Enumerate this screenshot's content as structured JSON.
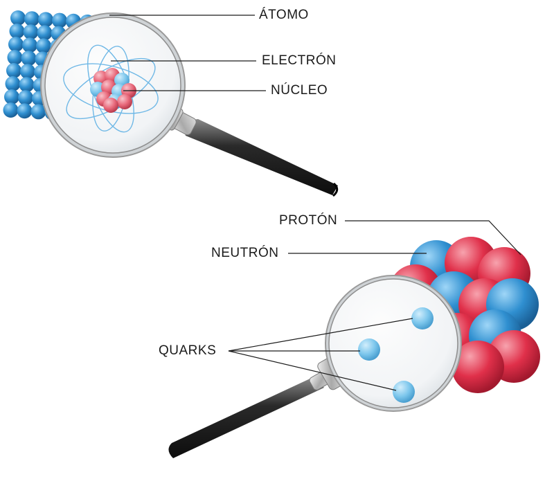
{
  "labels": {
    "atom": "ÁTOMO",
    "electron": "ELECTRÓN",
    "nucleus": "NÚCLEO",
    "proton": "PROTÓN",
    "neutron": "NEUTRÓN",
    "quarks": "QUARKS"
  },
  "colors": {
    "neutron_blue": "#2f8fd0",
    "proton_red": "#e0304a",
    "proton_pink": "#e8687a",
    "electron_orbit": "#6fb8e6",
    "quark_blue": "#7cc6ec",
    "handle_black": "#1c1c1c",
    "frame_gray": "#bfbfbf"
  }
}
